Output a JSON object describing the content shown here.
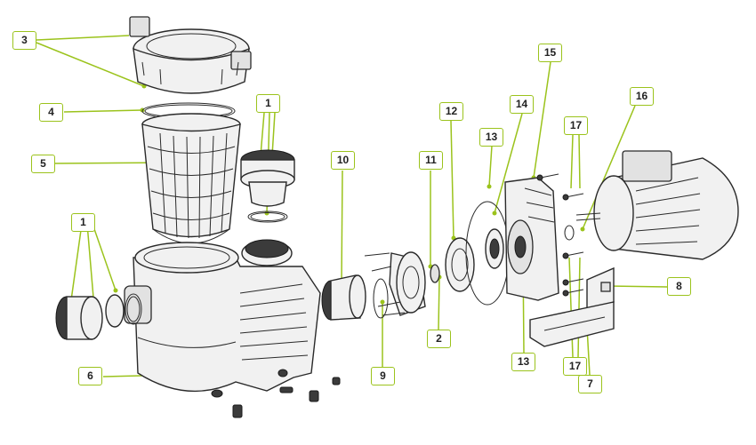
{
  "diagram": {
    "callouts": [
      {
        "id": "c-3",
        "label": "3"
      },
      {
        "id": "c-4",
        "label": "4"
      },
      {
        "id": "c-5",
        "label": "5"
      },
      {
        "id": "c-1a",
        "label": "1"
      },
      {
        "id": "c-1b",
        "label": "1"
      },
      {
        "id": "c-6",
        "label": "6"
      },
      {
        "id": "c-10",
        "label": "10"
      },
      {
        "id": "c-9",
        "label": "9"
      },
      {
        "id": "c-11",
        "label": "11"
      },
      {
        "id": "c-2",
        "label": "2"
      },
      {
        "id": "c-12",
        "label": "12"
      },
      {
        "id": "c-13a",
        "label": "13"
      },
      {
        "id": "c-14",
        "label": "14"
      },
      {
        "id": "c-13b",
        "label": "13"
      },
      {
        "id": "c-15",
        "label": "15"
      },
      {
        "id": "c-17a",
        "label": "17"
      },
      {
        "id": "c-16",
        "label": "16"
      },
      {
        "id": "c-17b",
        "label": "17"
      },
      {
        "id": "c-8",
        "label": "8"
      },
      {
        "id": "c-7",
        "label": "7"
      }
    ]
  },
  "colors": {
    "accent": "#9bc31c",
    "line": "#2a2a2a"
  }
}
